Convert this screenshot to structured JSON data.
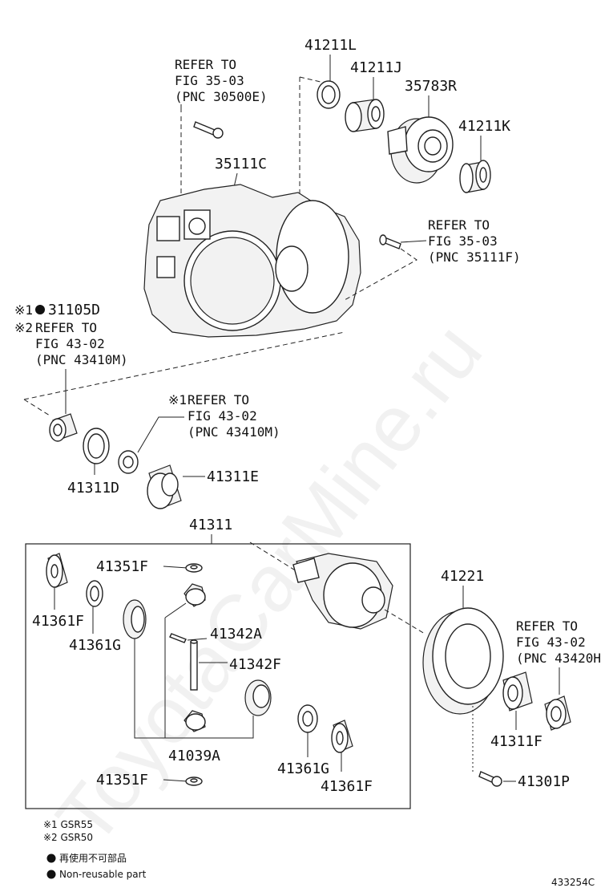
{
  "watermark": "ToyotaCarMine.ru",
  "labels": {
    "p41211L": "41211L",
    "p41211J": "41211J",
    "p35783R": "35783R",
    "p41211K": "41211K",
    "p35111C": "35111C",
    "p31105D": "31105D",
    "p41311D": "41311D",
    "p41311E": "41311E",
    "p41311": "41311",
    "p41351F_top": "41351F",
    "p41361F_left": "41361F",
    "p41361G_left": "41361G",
    "p41342A": "41342A",
    "p41342F": "41342F",
    "p41039A": "41039A",
    "p41351F_bottom": "41351F",
    "p41361G_bottom": "41361G",
    "p41361F_bottom": "41361F",
    "p41221": "41221",
    "p41311F": "41311F",
    "p41301P": "41301P"
  },
  "refs": {
    "top": [
      "REFER TO",
      "FIG 35-03",
      "(PNC 30500E)"
    ],
    "right_bolt": [
      "REFER TO",
      "FIG 35-03",
      "(PNC 35111F)"
    ],
    "left": [
      "REFER TO",
      "FIG 43-02",
      "(PNC 43410M)"
    ],
    "mid": [
      "REFER TO",
      "FIG 43-02",
      "(PNC 43410M)"
    ],
    "gear": [
      "REFER TO",
      "FIG 43-02",
      "(PNC 43420H"
    ]
  },
  "marks": {
    "m1": "※1",
    "m2": "※2",
    "m1_mid": "※1"
  },
  "legend": {
    "note1": "※1 GSR55",
    "note2": "※2 GSR50",
    "nonreusable_jp": "再使用不可部品",
    "nonreusable_en": "Non-reusable part"
  },
  "figure_id": "433254C"
}
